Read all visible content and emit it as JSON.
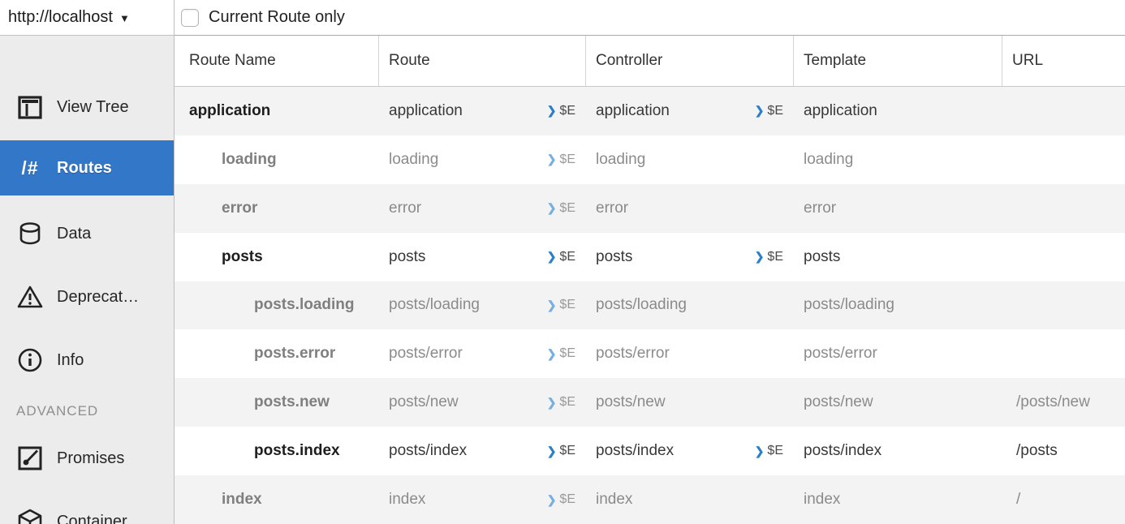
{
  "topbar": {
    "host": "http://localhost",
    "dropdown_icon": "▼",
    "checkbox_label": "Current Route only",
    "checkbox_checked": false
  },
  "sidebar": {
    "items": [
      {
        "label": "View Tree",
        "icon": "view-tree-icon",
        "selected": false
      },
      {
        "label": "Routes",
        "icon": "routes-icon",
        "selected": true
      },
      {
        "label": "Data",
        "icon": "data-icon",
        "selected": false
      },
      {
        "label": "Deprecat…",
        "icon": "deprecations-icon",
        "selected": false
      },
      {
        "label": "Info",
        "icon": "info-icon",
        "selected": false
      },
      {
        "label": "Promises",
        "icon": "promises-icon",
        "selected": false
      },
      {
        "label": "Container",
        "icon": "container-icon",
        "selected": false
      }
    ],
    "section_label": "ADVANCED",
    "routes_icon_glyph": "/#"
  },
  "table": {
    "columns": [
      "Route Name",
      "Route",
      "Controller",
      "Template",
      "URL"
    ],
    "inspect_label": "$E",
    "chevron_icon": "❯",
    "rows": [
      {
        "name": "application",
        "indent": 0,
        "active": true,
        "route": "application",
        "route_inspect": true,
        "controller": "application",
        "controller_inspect": true,
        "template": "application",
        "url": ""
      },
      {
        "name": "loading",
        "indent": 1,
        "active": false,
        "route": "loading",
        "route_inspect": true,
        "controller": "loading",
        "controller_inspect": false,
        "template": "loading",
        "url": ""
      },
      {
        "name": "error",
        "indent": 1,
        "active": false,
        "route": "error",
        "route_inspect": true,
        "controller": "error",
        "controller_inspect": false,
        "template": "error",
        "url": ""
      },
      {
        "name": "posts",
        "indent": 1,
        "active": true,
        "route": "posts",
        "route_inspect": true,
        "controller": "posts",
        "controller_inspect": true,
        "template": "posts",
        "url": ""
      },
      {
        "name": "posts.loading",
        "indent": 2,
        "active": false,
        "route": "posts/loading",
        "route_inspect": true,
        "controller": "posts/loading",
        "controller_inspect": false,
        "template": "posts/loading",
        "url": ""
      },
      {
        "name": "posts.error",
        "indent": 2,
        "active": false,
        "route": "posts/error",
        "route_inspect": true,
        "controller": "posts/error",
        "controller_inspect": false,
        "template": "posts/error",
        "url": ""
      },
      {
        "name": "posts.new",
        "indent": 2,
        "active": false,
        "route": "posts/new",
        "route_inspect": true,
        "controller": "posts/new",
        "controller_inspect": false,
        "template": "posts/new",
        "url": "/posts/new"
      },
      {
        "name": "posts.index",
        "indent": 2,
        "active": true,
        "route": "posts/index",
        "route_inspect": true,
        "controller": "posts/index",
        "controller_inspect": true,
        "template": "posts/index",
        "url": "/posts"
      },
      {
        "name": "index",
        "indent": 1,
        "active": false,
        "route": "index",
        "route_inspect": true,
        "controller": "index",
        "controller_inspect": false,
        "template": "index",
        "url": "/"
      }
    ]
  },
  "colors": {
    "accent_blue": "#3377c8",
    "row_stripe": "#f3f3f3",
    "sidebar_bg": "#ececec",
    "active_text": "#1d1d1d",
    "inactive_text": "#8b8b8b"
  }
}
